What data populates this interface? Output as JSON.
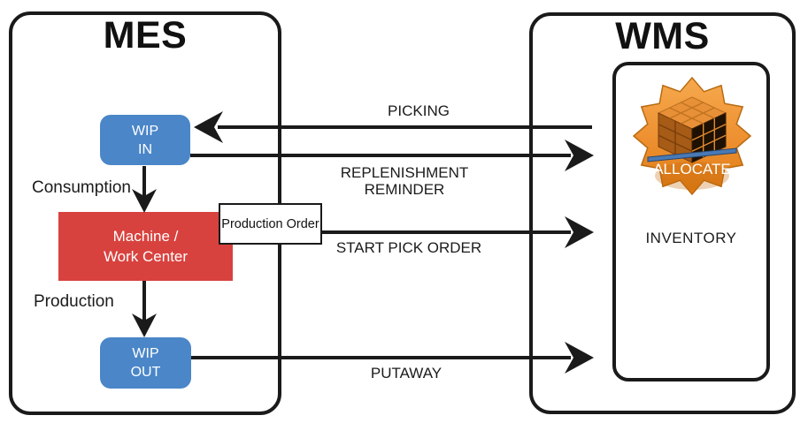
{
  "mes": {
    "title": "MES",
    "wip_in": {
      "line1": "WIP",
      "line2": "IN"
    },
    "consumption_label": "Consumption",
    "machine": {
      "line1": "Machine /",
      "line2": "Work Center"
    },
    "production_order_label": "Production Order",
    "production_label": "Production",
    "wip_out": {
      "line1": "WIP",
      "line2": "OUT"
    }
  },
  "wms": {
    "title": "WMS",
    "badge_label": "ALLOCATE",
    "inventory_label": "INVENTORY"
  },
  "flows": {
    "picking": {
      "label": "PICKING",
      "direction": "wms-to-mes"
    },
    "replenishment": {
      "line1": "REPLENISHMENT",
      "line2": "REMINDER",
      "direction": "mes-to-wms"
    },
    "start_pick_order": {
      "label": "START PICK ORDER",
      "direction": "mes-to-wms"
    },
    "putaway": {
      "label": "PUTAWAY",
      "direction": "mes-to-wms"
    }
  },
  "colors": {
    "line": "#1a1a1a",
    "wip_box_blue": "#4a86c8",
    "machine_box_red": "#d8423e",
    "badge_orange": "#ee913a",
    "pallet_blue": "#4a7ab5"
  }
}
